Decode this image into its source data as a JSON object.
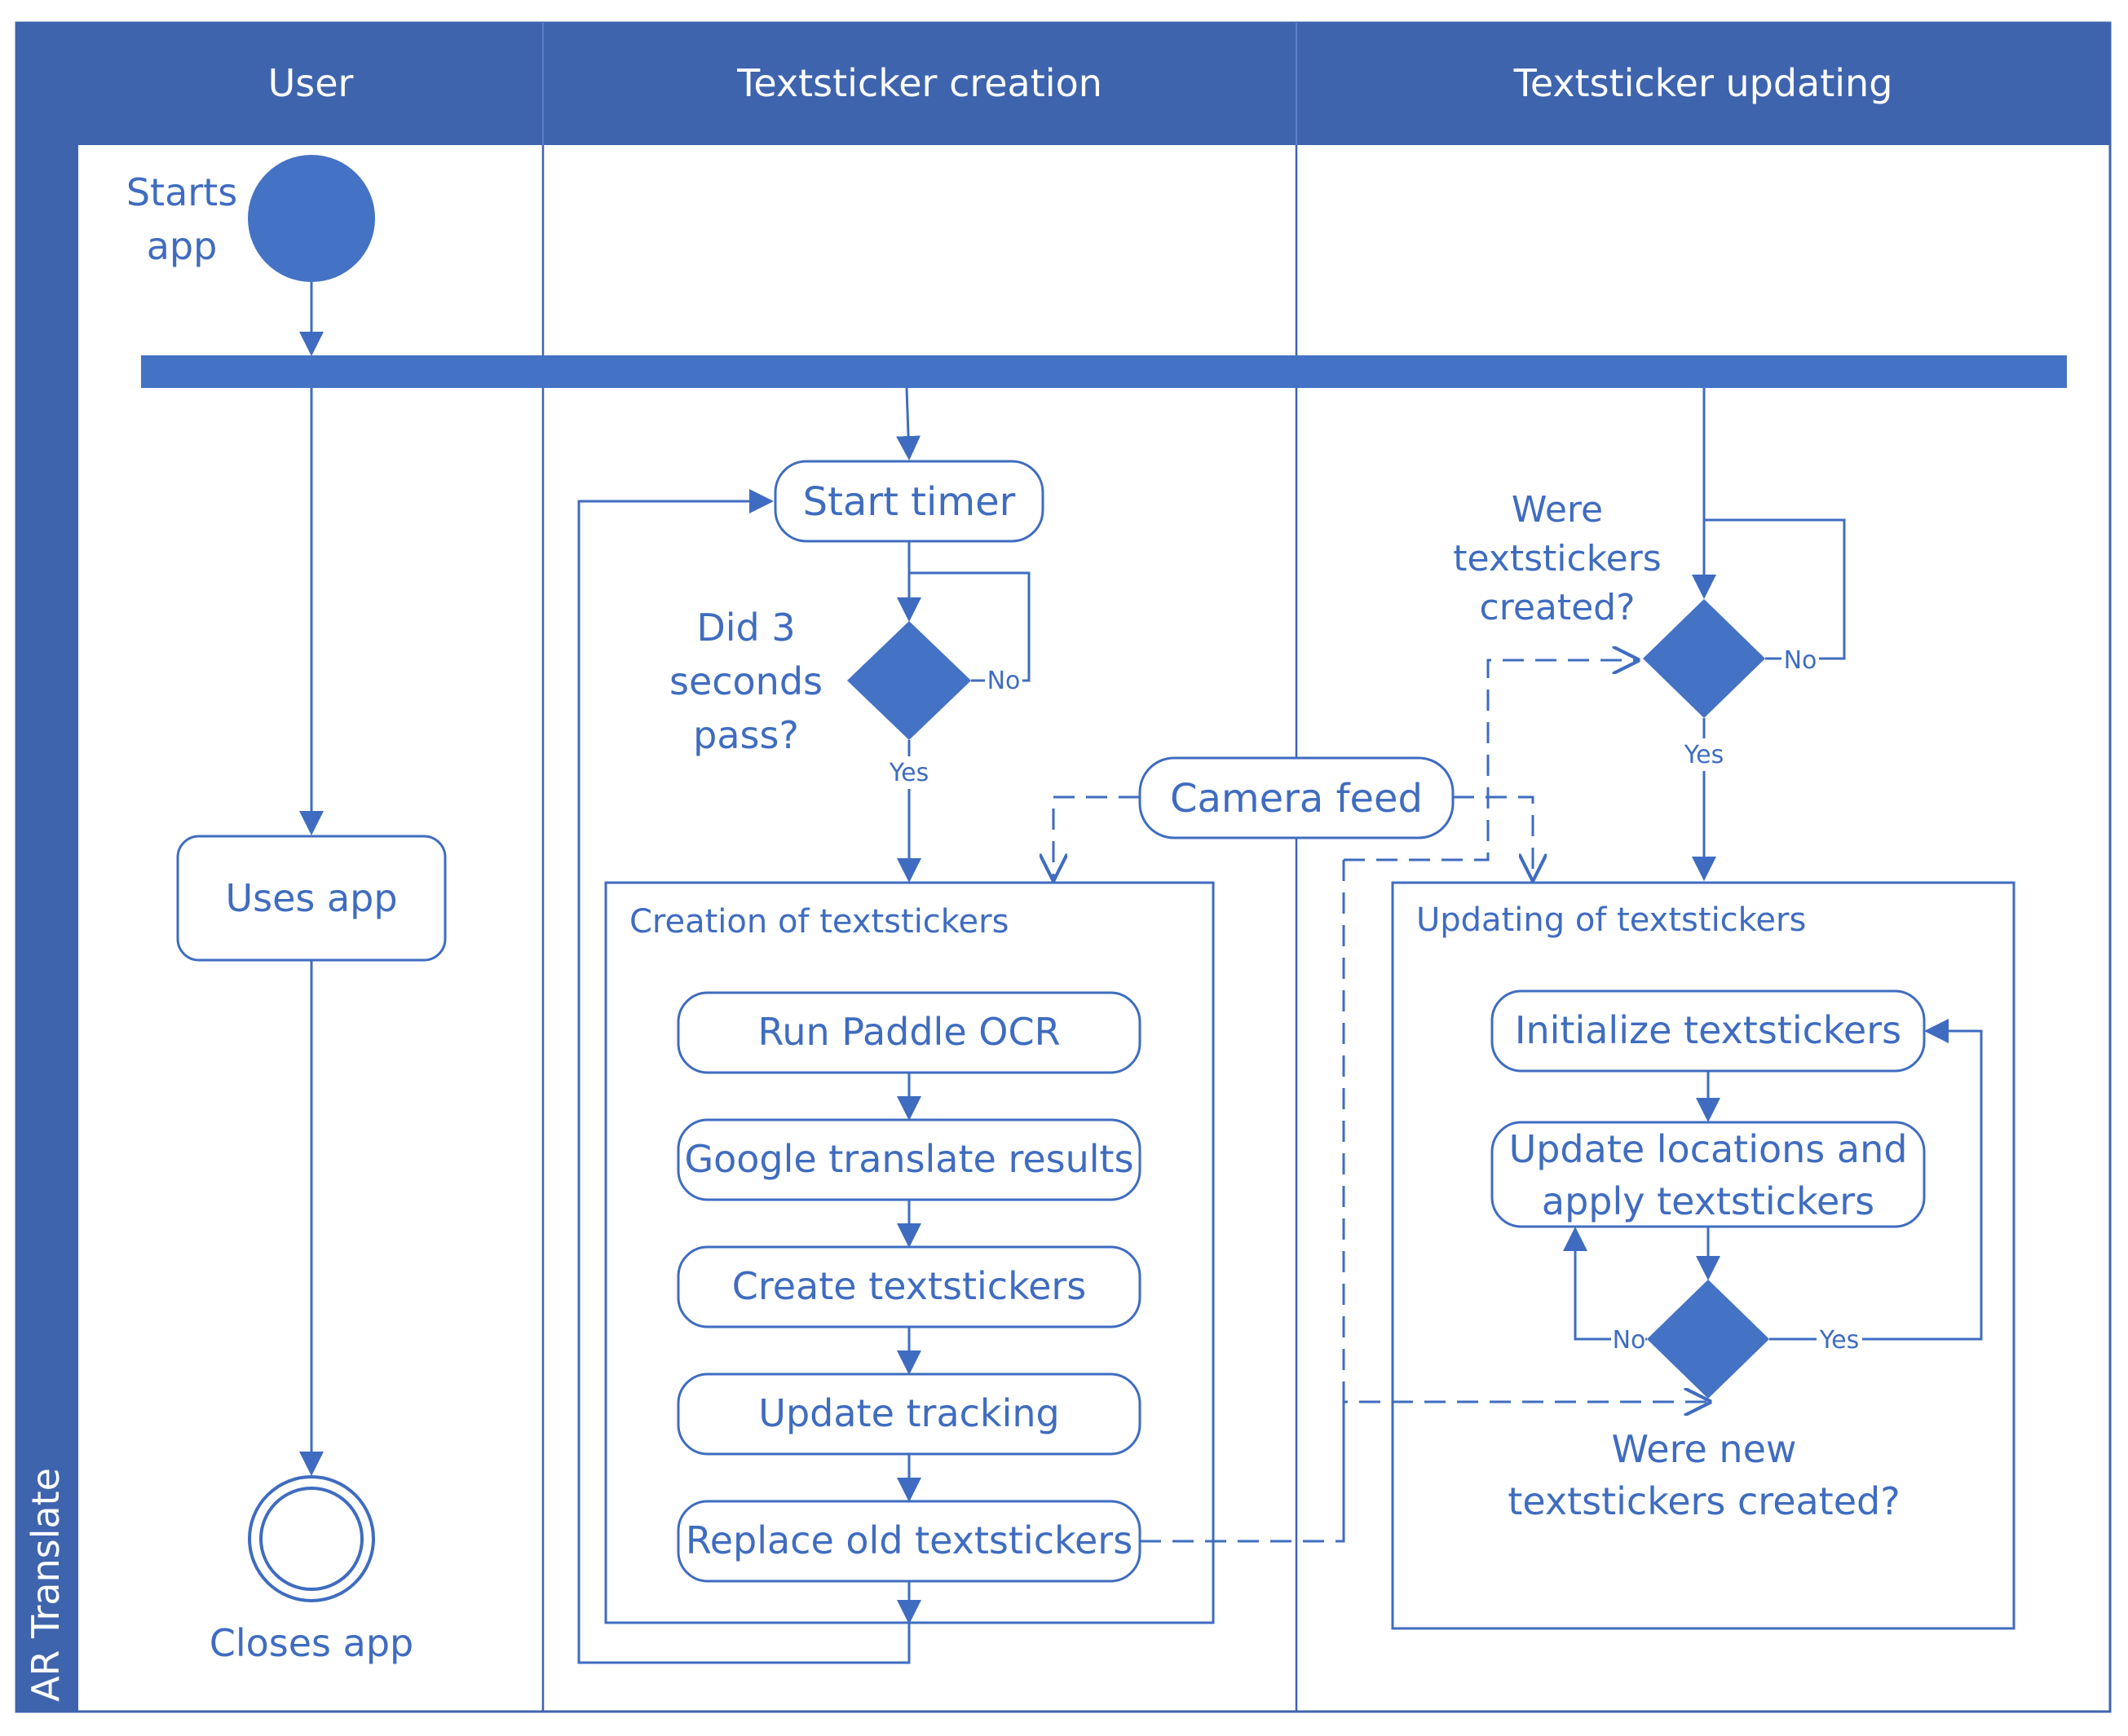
{
  "diagram": {
    "pool_label": "AR Translate",
    "lanes": [
      "User",
      "Textsticker creation",
      "Textsticker updating"
    ],
    "user": {
      "start_line1": "Starts",
      "start_line2": "app",
      "uses_app": "Uses app",
      "closes_app": "Closes app"
    },
    "creation": {
      "start_timer": "Start timer",
      "decision_line1": "Did 3",
      "decision_line2": "seconds",
      "decision_line3": "pass?",
      "no": "No",
      "yes": "Yes",
      "group_title": "Creation of textstickers",
      "steps": [
        "Run Paddle OCR",
        "Google translate results",
        "Create textstickers",
        "Update tracking",
        "Replace old textstickers"
      ]
    },
    "camera_feed": "Camera feed",
    "updating": {
      "decision_line1": "Were",
      "decision_line2": "textstickers",
      "decision_line3": "created?",
      "no": "No",
      "yes": "Yes",
      "group_title": "Updating of textstickers",
      "initialize": "Initialize textstickers",
      "update_line1": "Update locations and",
      "update_line2": "apply textstickers",
      "inner_no": "No",
      "inner_yes": "Yes",
      "new_question_line1": "Were new",
      "new_question_line2": "textstickers created?"
    },
    "colors": {
      "primary": "#3f6cc0",
      "header": "#3f64ae",
      "fill": "#4472c4",
      "background": "#ffffff"
    }
  }
}
